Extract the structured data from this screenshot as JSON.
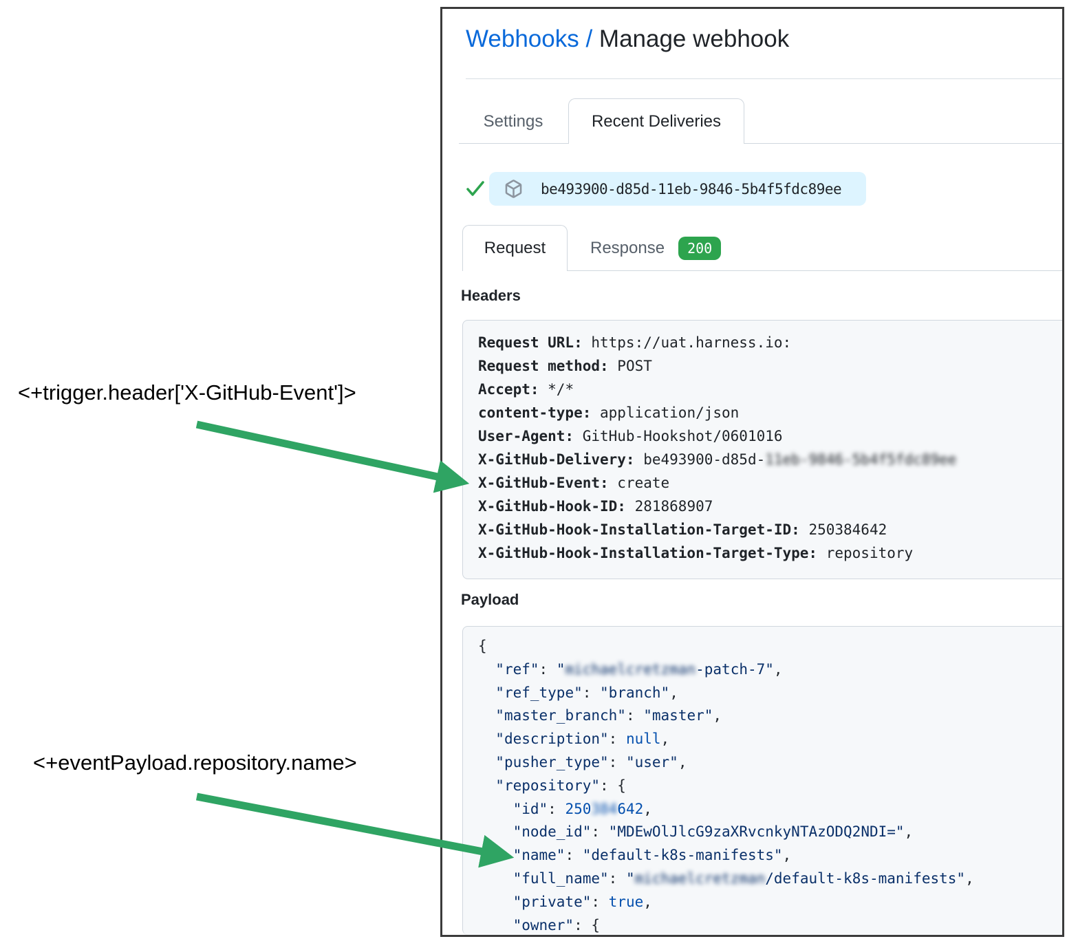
{
  "header": {
    "breadcrumb_link": "Webhooks /",
    "title_rest": " Manage webhook"
  },
  "tabs": {
    "settings": "Settings",
    "recent_deliveries": "Recent Deliveries"
  },
  "delivery": {
    "id": "be493900-d85d-11eb-9846-5b4f5fdc89ee"
  },
  "subtabs": {
    "request": "Request",
    "response": "Response",
    "status_code": "200"
  },
  "headers_panel": {
    "heading": "Headers",
    "lines": [
      {
        "key": "Request URL:",
        "value": [
          {
            "t": " https://uat.harness.io:"
          }
        ]
      },
      {
        "key": "Request method:",
        "value": [
          {
            "t": " POST"
          }
        ]
      },
      {
        "key": "Accept:",
        "value": [
          {
            "t": " */*"
          }
        ]
      },
      {
        "key": "content-type:",
        "value": [
          {
            "t": " application/json"
          }
        ]
      },
      {
        "key": "User-Agent:",
        "value": [
          {
            "t": " GitHub-Hookshot/0601016"
          }
        ]
      },
      {
        "key": "X-GitHub-Delivery:",
        "value": [
          {
            "t": " be493900-d85d-"
          },
          {
            "t": "11eb-9846-5b4f5fdc89ee",
            "b": 1
          }
        ]
      },
      {
        "key": "X-GitHub-Event:",
        "value": [
          {
            "t": " create"
          }
        ]
      },
      {
        "key": "X-GitHub-Hook-ID:",
        "value": [
          {
            "t": " 281868907"
          }
        ]
      },
      {
        "key": "X-GitHub-Hook-Installation-Target-ID:",
        "value": [
          {
            "t": " 250384642"
          }
        ]
      },
      {
        "key": "X-GitHub-Hook-Installation-Target-Type:",
        "value": [
          {
            "t": " repository"
          }
        ]
      }
    ]
  },
  "payload_panel": {
    "heading": "Payload",
    "lines": [
      [
        {
          "c": "p",
          "t": "{"
        }
      ],
      [
        {
          "c": "p",
          "t": "  "
        },
        {
          "c": "s",
          "t": "\"ref\""
        },
        {
          "c": "p",
          "t": ": "
        },
        {
          "c": "s",
          "t": "\""
        },
        {
          "c": "s",
          "t": "michaelcretzman",
          "b": 1
        },
        {
          "c": "s",
          "t": "-patch-7\""
        },
        {
          "c": "p",
          "t": ","
        }
      ],
      [
        {
          "c": "p",
          "t": "  "
        },
        {
          "c": "s",
          "t": "\"ref_type\""
        },
        {
          "c": "p",
          "t": ": "
        },
        {
          "c": "s",
          "t": "\"branch\""
        },
        {
          "c": "p",
          "t": ","
        }
      ],
      [
        {
          "c": "p",
          "t": "  "
        },
        {
          "c": "s",
          "t": "\"master_branch\""
        },
        {
          "c": "p",
          "t": ": "
        },
        {
          "c": "s",
          "t": "\"master\""
        },
        {
          "c": "p",
          "t": ","
        }
      ],
      [
        {
          "c": "p",
          "t": "  "
        },
        {
          "c": "s",
          "t": "\"description\""
        },
        {
          "c": "p",
          "t": ": "
        },
        {
          "c": "k",
          "t": "null"
        },
        {
          "c": "p",
          "t": ","
        }
      ],
      [
        {
          "c": "p",
          "t": "  "
        },
        {
          "c": "s",
          "t": "\"pusher_type\""
        },
        {
          "c": "p",
          "t": ": "
        },
        {
          "c": "s",
          "t": "\"user\""
        },
        {
          "c": "p",
          "t": ","
        }
      ],
      [
        {
          "c": "p",
          "t": "  "
        },
        {
          "c": "s",
          "t": "\"repository\""
        },
        {
          "c": "p",
          "t": ": {"
        }
      ],
      [
        {
          "c": "p",
          "t": "    "
        },
        {
          "c": "s",
          "t": "\"id\""
        },
        {
          "c": "p",
          "t": ": "
        },
        {
          "c": "k",
          "t": "250"
        },
        {
          "c": "k",
          "t": "384",
          "b": 1
        },
        {
          "c": "k",
          "t": "642"
        },
        {
          "c": "p",
          "t": ","
        }
      ],
      [
        {
          "c": "p",
          "t": "    "
        },
        {
          "c": "s",
          "t": "\"node_id\""
        },
        {
          "c": "p",
          "t": ": "
        },
        {
          "c": "s",
          "t": "\"MDEwOlJlcG9zaXRvcnkyNTAzODQ2NDI=\""
        },
        {
          "c": "p",
          "t": ","
        }
      ],
      [
        {
          "c": "p",
          "t": "    "
        },
        {
          "c": "s",
          "t": "\"name\""
        },
        {
          "c": "p",
          "t": ": "
        },
        {
          "c": "s",
          "t": "\"default-k8s-manifests\""
        },
        {
          "c": "p",
          "t": ","
        }
      ],
      [
        {
          "c": "p",
          "t": "    "
        },
        {
          "c": "s",
          "t": "\"full_name\""
        },
        {
          "c": "p",
          "t": ": "
        },
        {
          "c": "s",
          "t": "\""
        },
        {
          "c": "s",
          "t": "michaelcretzman",
          "b": 1
        },
        {
          "c": "s",
          "t": "/default-k8s-manifests\""
        },
        {
          "c": "p",
          "t": ","
        }
      ],
      [
        {
          "c": "p",
          "t": "    "
        },
        {
          "c": "s",
          "t": "\"private\""
        },
        {
          "c": "p",
          "t": ": "
        },
        {
          "c": "k",
          "t": "true"
        },
        {
          "c": "p",
          "t": ","
        }
      ],
      [
        {
          "c": "p",
          "t": "    "
        },
        {
          "c": "s",
          "t": "\"owner\""
        },
        {
          "c": "p",
          "t": ": {"
        }
      ]
    ]
  },
  "annotations": {
    "trigger_expression": "<+trigger.header['X-GitHub-Event']>",
    "payload_expression": "<+eventPayload.repository.name>"
  },
  "colors": {
    "accent_blue": "#0969da",
    "text_dark": "#1f2328",
    "muted_gray": "#57606a",
    "border_gray": "#d0d7de",
    "box_bg": "#f6f8fa",
    "pill_bg": "#ddf4ff",
    "success_green": "#2da44e",
    "arrow_green": "#2fa463",
    "json_string": "#0a3069",
    "json_const": "#0550ae"
  }
}
